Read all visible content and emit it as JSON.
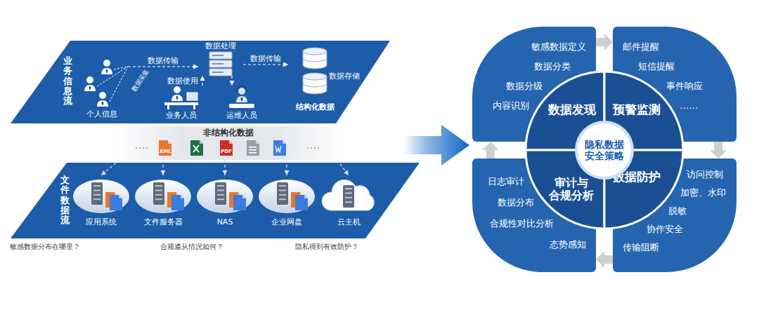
{
  "diagram": {
    "nodes": [
      {
        "text": [
          "业务信息流"
        ]
      },
      {
        "text": [
          "个人信息"
        ],
        "in": 0
      },
      {
        "text": [
          "数据处理"
        ],
        "in": 0
      },
      {
        "text": [
          "业务人员"
        ],
        "in": 0
      },
      {
        "text": [
          "运维人员"
        ],
        "in": 0
      },
      {
        "text": [
          "数据存储",
          "结构化数据"
        ],
        "in": 0
      },
      {
        "text": [
          "非结构化数据"
        ]
      },
      {
        "text": [
          "文件数据流"
        ]
      },
      {
        "text": [
          "应用系统"
        ],
        "in": 7
      },
      {
        "text": [
          "文件服务器"
        ],
        "in": 7
      },
      {
        "text": [
          "NAS"
        ],
        "in": 7
      },
      {
        "text": [
          "企业网盘"
        ],
        "in": 7
      },
      {
        "text": [
          "云主机"
        ],
        "in": 7
      },
      {
        "text": [
          "敏感数据定义",
          "数据分类",
          "数据分级",
          "内容识别"
        ]
      },
      {
        "text": [
          "邮件提醒",
          "短信提醒",
          "事件响应",
          "……"
        ]
      },
      {
        "text": [
          "日志审计",
          "数据分布",
          "合规性对比分析",
          "态势感知"
        ]
      },
      {
        "text": [
          "访问控制",
          "加密、水印",
          "脱敏",
          "协作安全",
          "传输阻断"
        ]
      },
      {
        "text": [
          "数据发现"
        ]
      },
      {
        "text": [
          "预警监测"
        ]
      },
      {
        "text": [
          "审计与 合规分析"
        ]
      },
      {
        "text": [
          "数据防护"
        ]
      },
      {
        "text": [
          "隐私数据 安全策略"
        ]
      }
    ],
    "edges": [
      {
        "from": 1,
        "to": 2,
        "label": "数据传输",
        "arrow": "to"
      },
      {
        "from": 2,
        "to": 5,
        "label": "数据传输",
        "arrow": "to"
      },
      {
        "from": 3,
        "to": 2,
        "label": "数据使用",
        "arrow": "to"
      },
      {
        "from": 2,
        "to": 4,
        "arrow": "to"
      },
      {
        "from": 6,
        "to": 8,
        "arrow": "to"
      },
      {
        "from": 6,
        "to": 9,
        "arrow": "to"
      },
      {
        "from": 6,
        "to": 10,
        "arrow": "to"
      },
      {
        "from": 6,
        "to": 11,
        "arrow": "to"
      },
      {
        "from": 6,
        "to": 12,
        "arrow": "to"
      },
      {
        "from": 13,
        "to": 14,
        "arrow": "to"
      },
      {
        "from": 14,
        "to": 16,
        "arrow": "to"
      },
      {
        "from": 16,
        "to": 15,
        "arrow": "to"
      },
      {
        "from": 15,
        "to": 13,
        "arrow": "to"
      }
    ],
    "labels": [
      "数据采集",
      "XML",
      "PDF",
      "敏感数据分布在哪里？",
      "合规遵从情况如何？",
      "隐私得到有效防护？"
    ]
  }
}
